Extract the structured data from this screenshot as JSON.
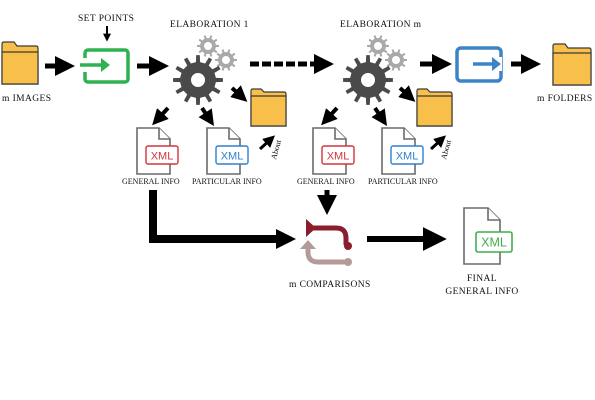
{
  "labels": {
    "images": "m IMAGES",
    "set_points": "SET POINTS",
    "elaboration_1": "ELABORATION 1",
    "elaboration_m": "ELABORATION m",
    "folders": "m FOLDERS",
    "general_info_1": "GENERAL INFO",
    "particular_info_1": "PARTICULAR INFO",
    "general_info_m": "GENERAL INFO",
    "particular_info_m": "PARTICULAR INFO",
    "about_1": "About",
    "about_m": "About",
    "comparisons": "m COMPARISONS",
    "final_line1": "FINAL",
    "final_line2": "GENERAL INFO"
  },
  "file_badges": {
    "xml_general_1": "XML",
    "xml_particular_1": "XML",
    "xml_general_m": "XML",
    "xml_particular_m": "XML",
    "xml_final": "XML"
  },
  "icons": {
    "input_folder": "folder-icon",
    "set_points": "sign-in-icon",
    "elaboration": "gears-icon",
    "output_step": "export-icon",
    "output_folder": "folder-icon",
    "xml_file": "xml-file-icon",
    "comparison": "merge-arrows-icon"
  },
  "colors": {
    "folder": "#F8C04A",
    "folder_stroke": "#3a3a3a",
    "set_points_green": "#2EB24F",
    "export_blue": "#3C84C6",
    "xml_red": "#D0343C",
    "xml_blue": "#2F7FD0",
    "xml_green": "#3FAF4E",
    "gear_dark": "#4a4a4a",
    "gear_light": "#a9a9a9",
    "comparison_top": "#8B1E2D",
    "comparison_bottom": "#B59A9A",
    "arrow": "#000000"
  }
}
